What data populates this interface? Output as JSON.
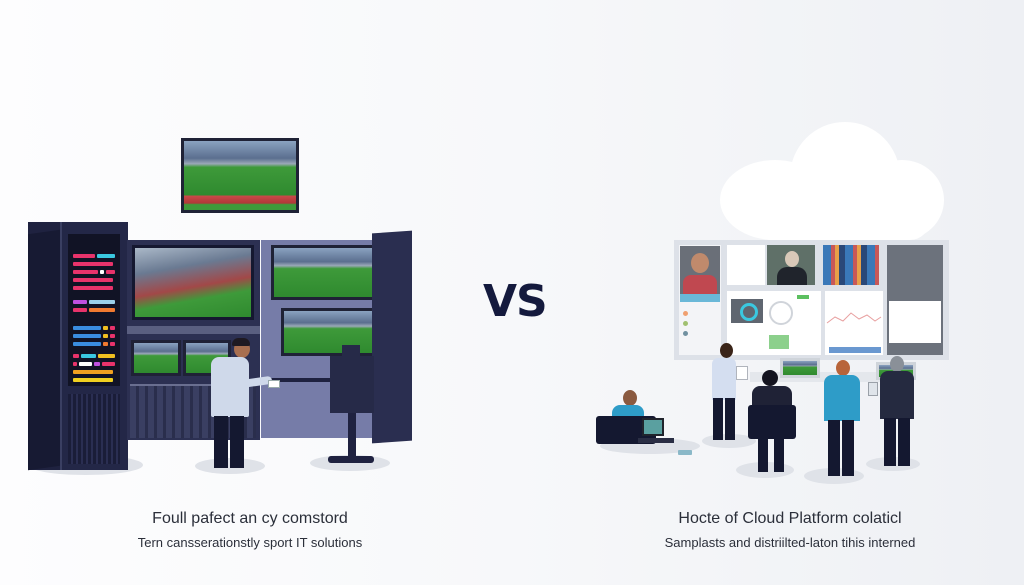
{
  "center": {
    "vs_label": "VS"
  },
  "left": {
    "heading": "Foull pafect an cy comstord",
    "subheading": "Tern cansserationstly sport IT solutions",
    "illustration": "on-premise-broadcast-control-room",
    "rack_led_colors": [
      "#e8336b",
      "#3ac8e0",
      "#3a8de0",
      "#f0c020",
      "#f07a30",
      "#c050e0"
    ]
  },
  "right": {
    "heading": "Hocte of Cloud Platform colaticl",
    "subheading": "Samplasts and distriilted-laton tihis interned",
    "illustration": "cloud-platform-collaboration-team"
  },
  "colors": {
    "navy": "#1f2240",
    "vs_text": "#141a3d",
    "pitch_green": "#2f8a2f",
    "person_shirt_light": "#d4def0",
    "person_shirt_blue": "#2e9cc8"
  }
}
